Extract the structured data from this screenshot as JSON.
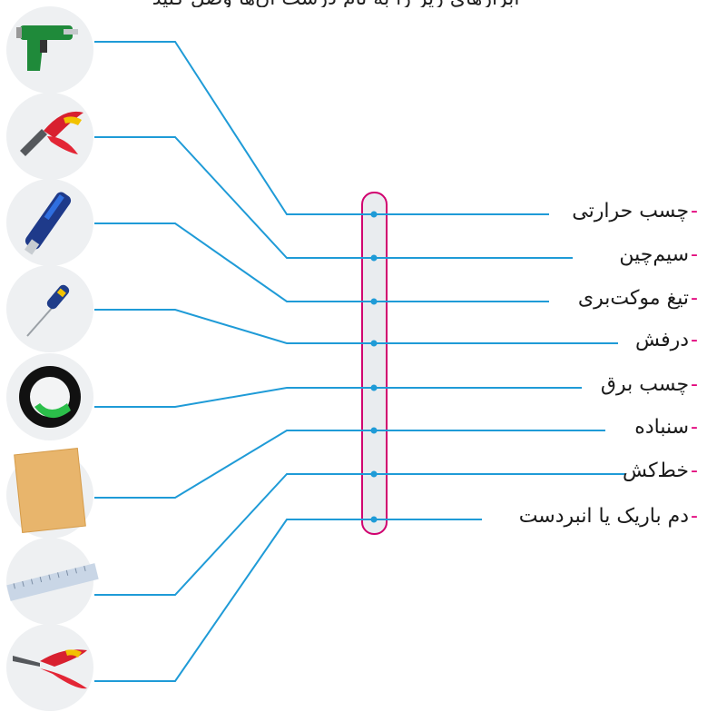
{
  "header_text": "ابزارهای زیر را به نام درست آن‌ها وصل کنید",
  "colors": {
    "line": "#1f9bd7",
    "bar_border": "#d1006f",
    "bar_fill": "#e9ecef",
    "circle_bg": "#eef0f2",
    "dash": "#e2007a"
  },
  "tools": [
    {
      "icon": "glue-gun-icon",
      "label": "چسب حرارتی"
    },
    {
      "icon": "wire-cutter-icon",
      "label": "سیم‌چین"
    },
    {
      "icon": "utility-knife-icon",
      "label": "تیغ موکت‌بری"
    },
    {
      "icon": "awl-icon",
      "label": "درفش"
    },
    {
      "icon": "electrical-tape-icon",
      "label": "چسب برق"
    },
    {
      "icon": "sandpaper-icon",
      "label": "سنباده"
    },
    {
      "icon": "ruler-icon",
      "label": "خط‌کش"
    },
    {
      "icon": "needle-nose-pliers-icon",
      "label": "دم باریک یا انبردست"
    }
  ],
  "dash_char": "-"
}
